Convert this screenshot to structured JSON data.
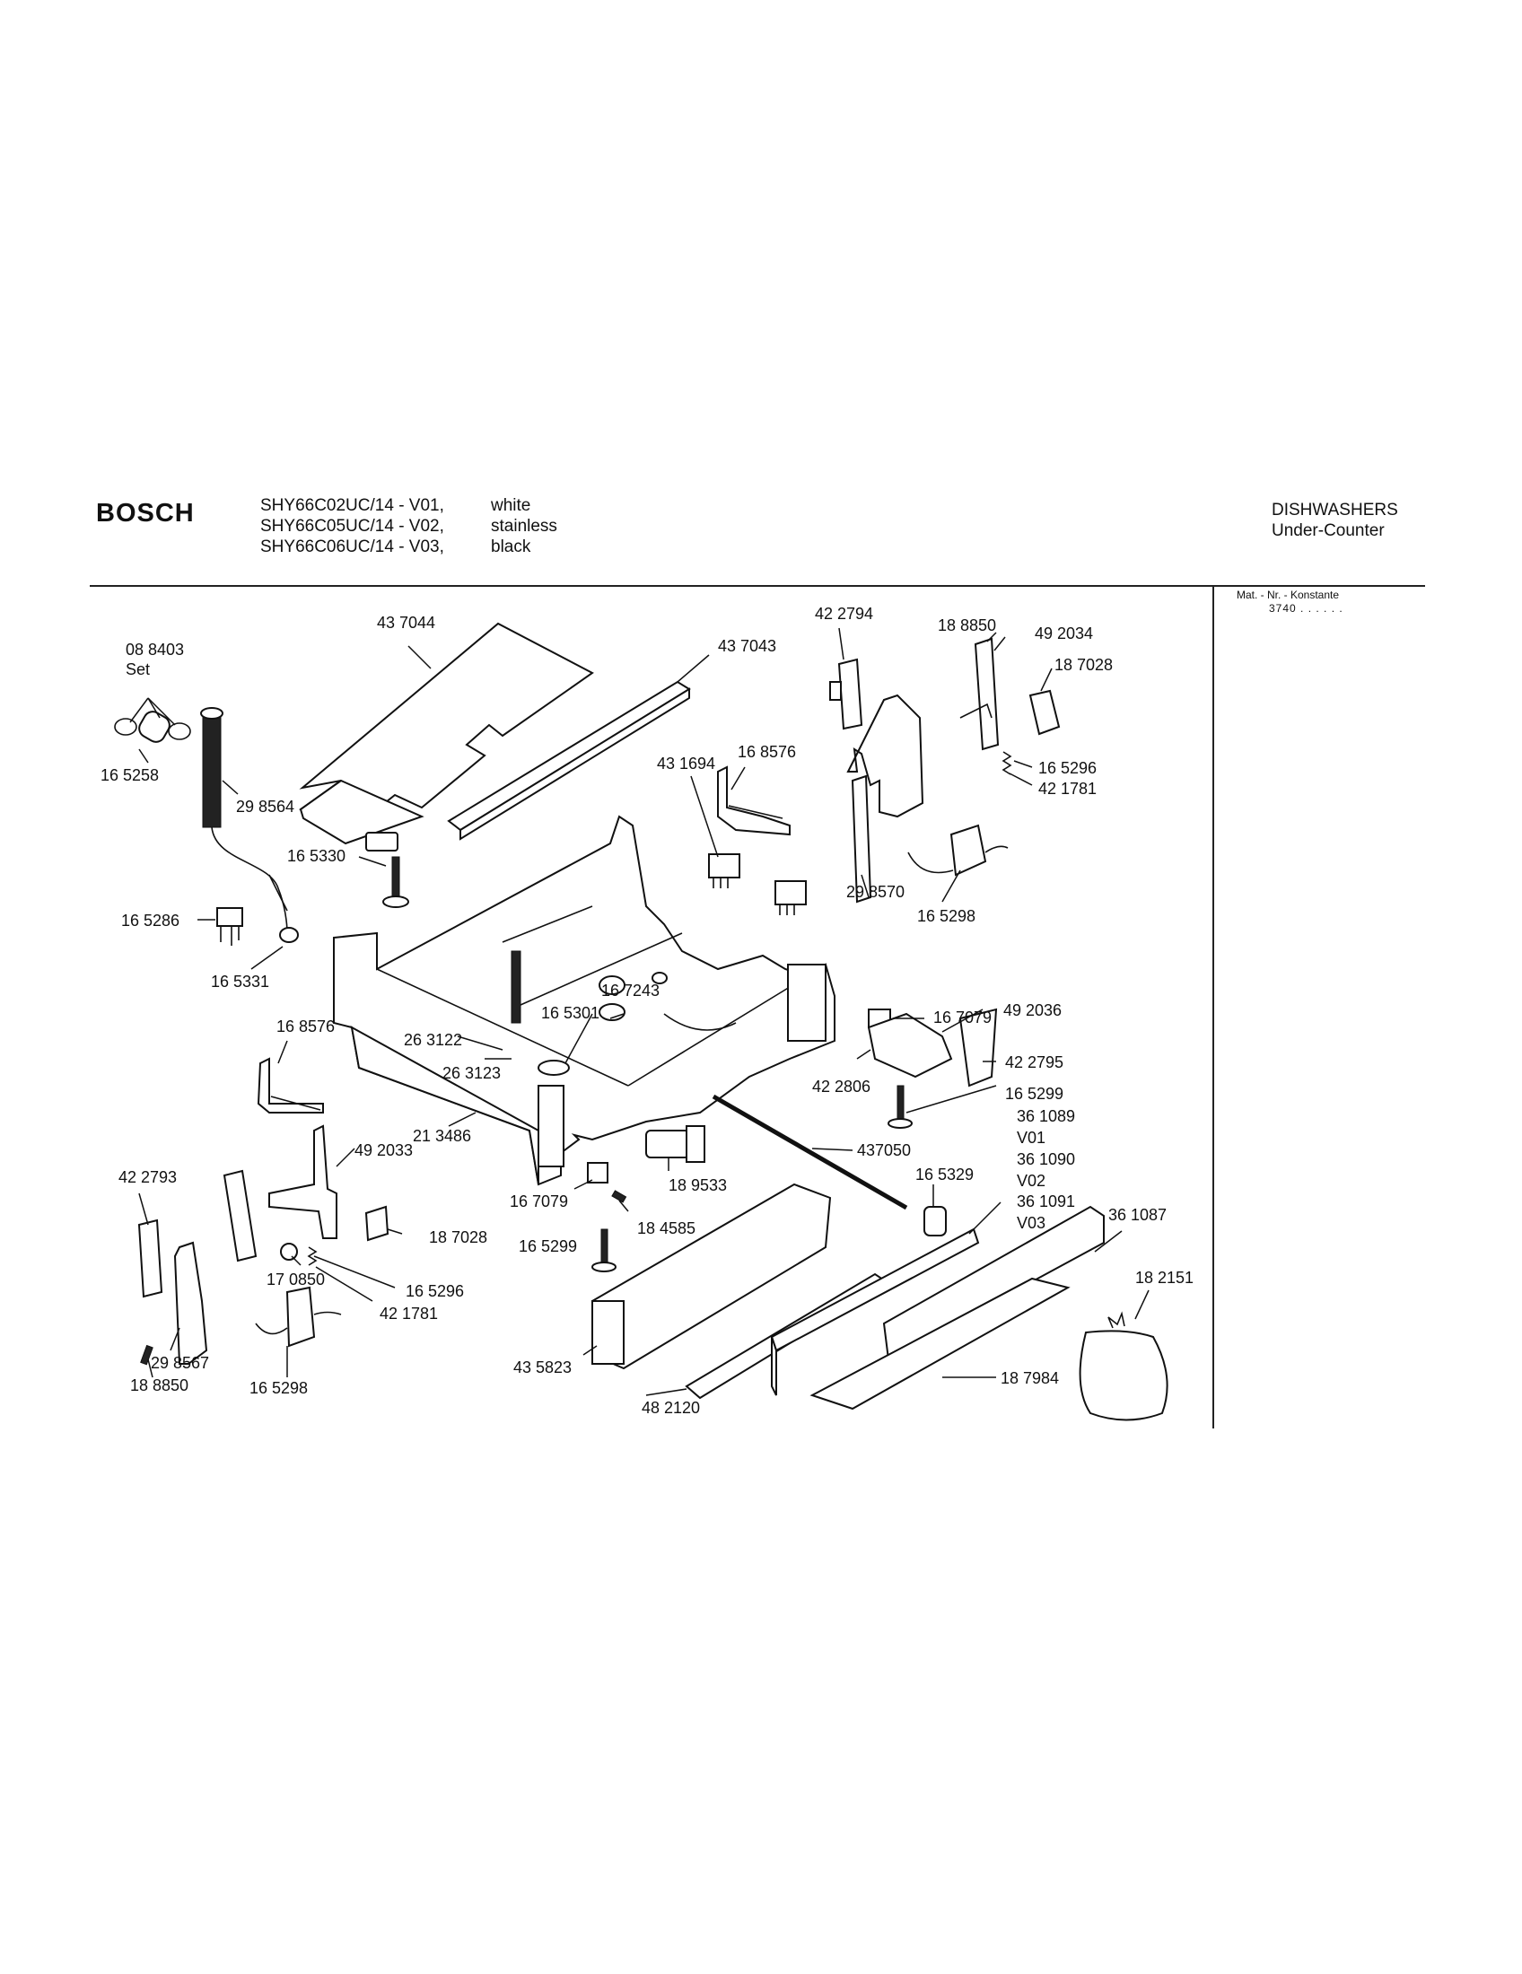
{
  "header": {
    "brand": "BOSCH",
    "models": [
      {
        "code": "SHY66C02UC/14 - V01,",
        "color": "white"
      },
      {
        "code": "SHY66C05UC/14 - V02,",
        "color": "stainless"
      },
      {
        "code": "SHY66C06UC/14 - V03,",
        "color": "black"
      }
    ],
    "category_line1": "DISHWASHERS",
    "category_line2": "Under-Counter"
  },
  "sidebar": {
    "mat_label": "Mat. - Nr. - Konstante",
    "mat_value": "3740 . .   . . . ."
  },
  "labels": {
    "p437044": "43 7044",
    "p437043": "43 7043",
    "p088403": "08 8403",
    "set": "Set",
    "p165258": "16 5258",
    "p298564": "29 8564",
    "p165330": "16 5330",
    "p165286": "16 5286",
    "p165331": "16 5331",
    "p431694": "43 1694",
    "p168576a": "16 8576",
    "p422794": "42 2794",
    "p188850a": "18 8850",
    "p492034": "49 2034",
    "p187028a": "18 7028",
    "p165296a": "16 5296",
    "p421781a": "42 1781",
    "p298570": "29 8570",
    "p165298a": "16 5298",
    "p167079a": "16 7079",
    "p492036": "49 2036",
    "p422795": "42 2795",
    "p422806": "42 2806",
    "p165299a": "16 5299",
    "p167243": "16 7243",
    "p165301": "16 5301",
    "p263122": "26 3122",
    "p263123": "26 3123",
    "p168576b": "16 8576",
    "p213486": "21 3486",
    "p492033": "49 2033",
    "p422793": "42 2793",
    "p187028b": "18 7028",
    "p170850": "17 0850",
    "p165296b": "16 5296",
    "p421781b": "42 1781",
    "p298567": "29 8567",
    "p188850b": "18 8850",
    "p165298b": "16 5298",
    "p167079b": "16 7079",
    "p184585": "18 4585",
    "p165299b": "16 5299",
    "p189533": "18 9533",
    "p437050": "437050",
    "p165329": "16 5329",
    "p361089": "36 1089",
    "v01": "V01",
    "p361090": "36 1090",
    "v02": "V02",
    "p361091": "36 1091",
    "v03": "V03",
    "p361087": "36 1087",
    "p182151": "18 2151",
    "p435823": "43 5823",
    "p482120": "48 2120",
    "p187984": "18 7984"
  }
}
